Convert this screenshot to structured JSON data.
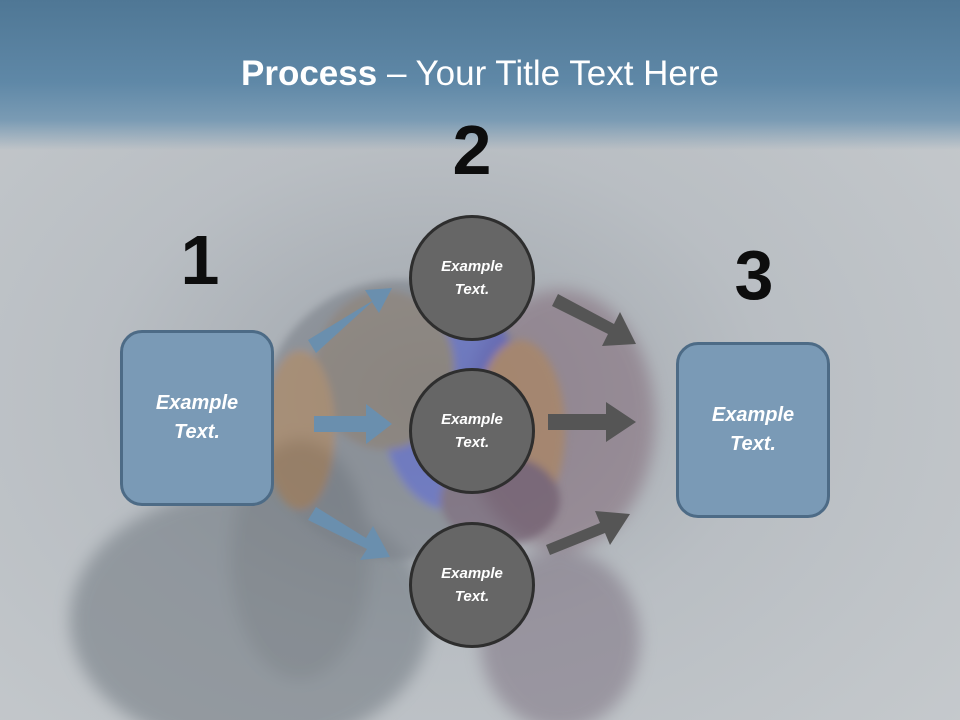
{
  "header": {
    "title_bold": "Process",
    "title_rest": " – Your Title Text Here"
  },
  "steps": {
    "n1": "1",
    "n2": "2",
    "n3": "3"
  },
  "left_box": {
    "text": "Example Text."
  },
  "circles": [
    {
      "text": "Example Text."
    },
    {
      "text": "Example Text."
    },
    {
      "text": "Example Text."
    }
  ],
  "right_box": {
    "text": "Example Text."
  },
  "colors": {
    "header": "#5f88a7",
    "box_fill": "#7a9ab6",
    "box_border": "#4d6b86",
    "circle_fill": "#666666",
    "circle_border": "#2e2e2e",
    "arrow_in": "#6a8fae",
    "arrow_out": "#555555"
  }
}
